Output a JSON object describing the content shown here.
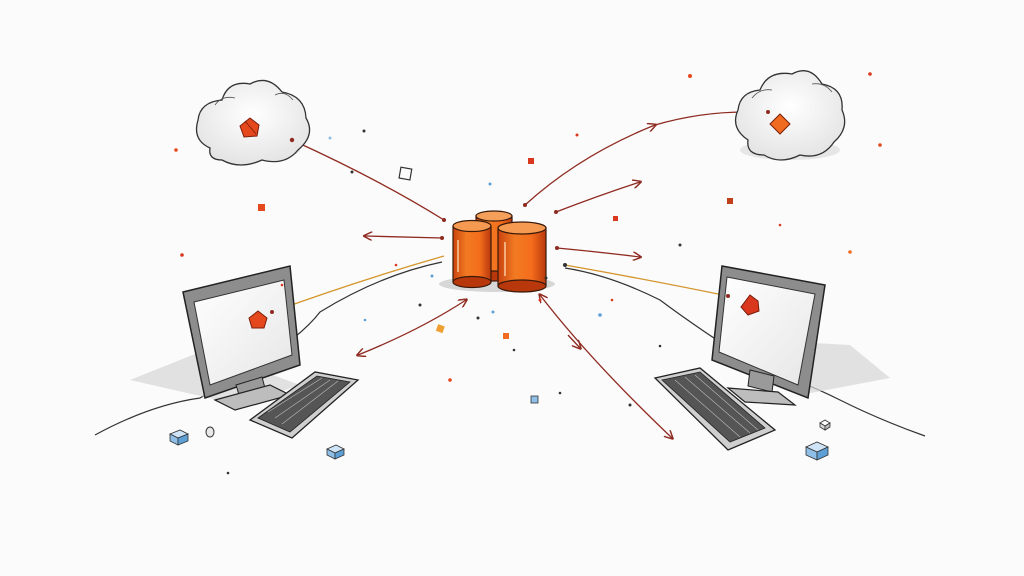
{
  "diagram": {
    "nodes": [
      {
        "id": "cloud-left",
        "kind": "cloud",
        "icon": "cloud-icon",
        "marker_icon": "star-marker-icon"
      },
      {
        "id": "cloud-right",
        "kind": "cloud",
        "icon": "cloud-icon",
        "marker_icon": "star-marker-icon"
      },
      {
        "id": "database-cluster",
        "kind": "database",
        "icon": "database-cylinders-icon",
        "cylinder_count": 3
      },
      {
        "id": "computer-left",
        "kind": "computer",
        "icon": "desktop-computer-icon",
        "marker_icon": "star-marker-icon"
      },
      {
        "id": "computer-right",
        "kind": "computer",
        "icon": "desktop-computer-icon",
        "marker_icon": "star-marker-icon"
      }
    ],
    "connections": [
      {
        "from": "cloud-left",
        "to": "database-cluster",
        "style": "line"
      },
      {
        "from": "database-cluster",
        "to": "cloud-right",
        "style": "arrow"
      },
      {
        "from": "database-cluster",
        "to": "cloud-right",
        "style": "arrow"
      },
      {
        "from": "database-cluster",
        "to": "computer-left",
        "style": "arrow"
      },
      {
        "from": "database-cluster",
        "to": "computer-right",
        "style": "arrow"
      },
      {
        "from": "computer-left",
        "to": "database-cluster",
        "style": "line"
      },
      {
        "from": "database-cluster",
        "to": "computer-right",
        "style": "line"
      },
      {
        "from": "computer-left",
        "to": "database-cluster",
        "style": "double-arrow"
      },
      {
        "from": "database-cluster",
        "to": "computer-right",
        "style": "double-arrow"
      }
    ],
    "colors": {
      "accent_orange": "#f06a1f",
      "accent_red": "#d9381e",
      "arrow": "#8e2a20",
      "outline": "#2a2a2a",
      "shadow": "#c8c8c8",
      "cube_blue": "#8fbfe6",
      "background": "#fbfbfb"
    }
  }
}
